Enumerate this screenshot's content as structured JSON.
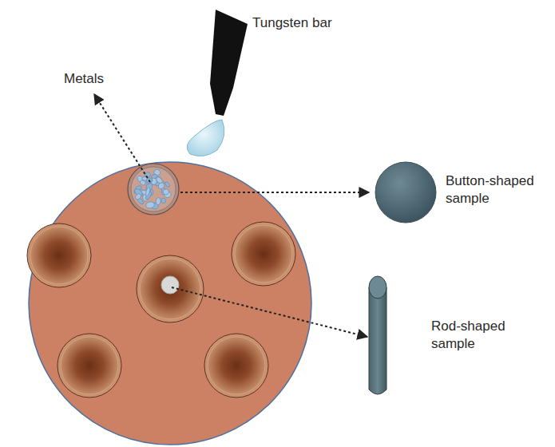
{
  "diagram": {
    "labels": [
      "Tungsten bar",
      "Metals",
      "Button-shaped sample",
      "Rod-shaped sample"
    ]
  }
}
